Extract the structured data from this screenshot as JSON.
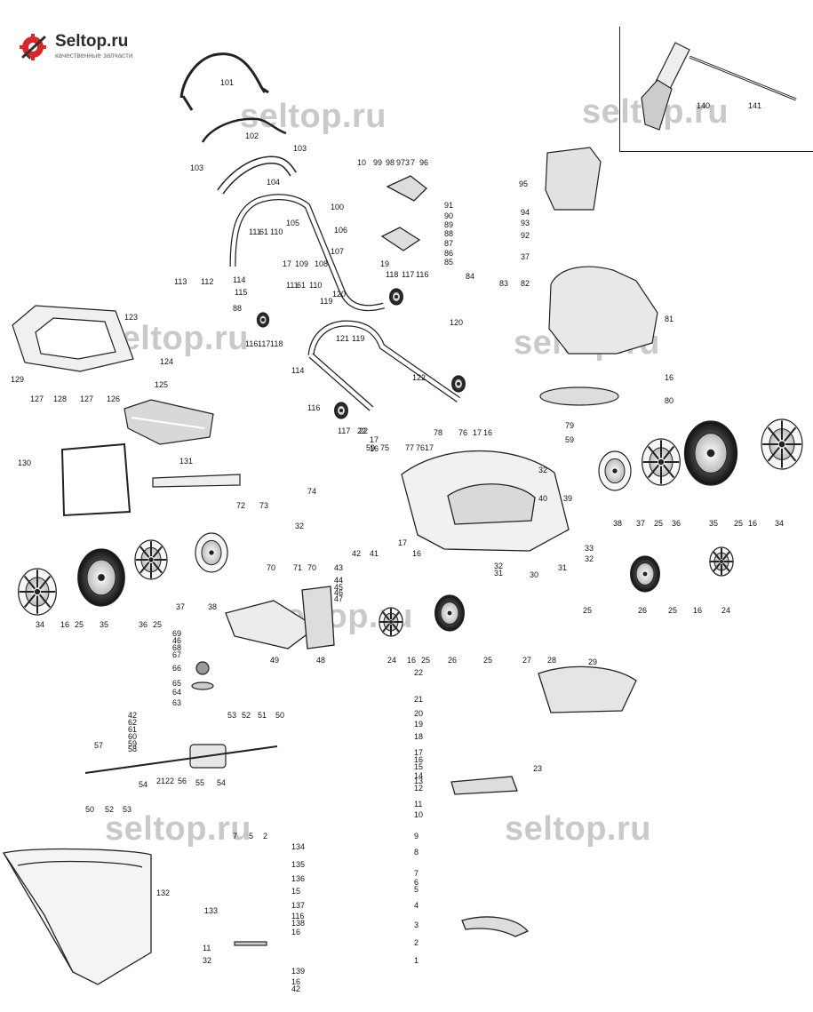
{
  "brand": {
    "name": "Seltop.ru",
    "tagline": "качественные запчасти",
    "color": "#d9262c"
  },
  "watermarks": [
    "seltop.ru",
    "seltop.ru",
    "seltop.ru",
    "seltop.ru",
    "seltop.ru",
    "seltop.ru",
    "seltop.ru"
  ],
  "callouts": [
    "101",
    "102",
    "103",
    "103",
    "104",
    "105",
    "10",
    "99",
    "98",
    "97",
    "3",
    "7",
    "96",
    "100",
    "91",
    "90",
    "89",
    "88",
    "106",
    "87",
    "86",
    "85",
    "19",
    "84",
    "111",
    "61",
    "110",
    "17",
    "109",
    "108",
    "107",
    "113",
    "112",
    "114",
    "115",
    "88",
    "111",
    "61",
    "110",
    "119",
    "120",
    "118",
    "117",
    "116",
    "120",
    "116",
    "117",
    "118",
    "121",
    "119",
    "114",
    "22",
    "17",
    "16",
    "122",
    "116",
    "117",
    "22",
    "123",
    "124",
    "129",
    "127",
    "128",
    "127",
    "126",
    "125",
    "130",
    "131",
    "95",
    "94",
    "93",
    "92",
    "37",
    "83",
    "82",
    "81",
    "16",
    "80",
    "140",
    "141",
    "78",
    "76",
    "17",
    "16",
    "79",
    "59",
    "75",
    "77",
    "76",
    "17",
    "59",
    "32",
    "40",
    "39",
    "38",
    "37",
    "25",
    "36",
    "35",
    "25",
    "16",
    "34",
    "33",
    "32",
    "31",
    "32",
    "74",
    "72",
    "73",
    "32",
    "70",
    "71",
    "70",
    "42",
    "41",
    "17",
    "16",
    "34",
    "16",
    "25",
    "35",
    "36",
    "25",
    "37",
    "38",
    "43",
    "44",
    "45",
    "46",
    "47",
    "49",
    "48",
    "24",
    "16",
    "25",
    "26",
    "25",
    "31",
    "30",
    "25",
    "26",
    "25",
    "16",
    "24",
    "27",
    "28",
    "69",
    "46",
    "68",
    "67",
    "66",
    "65",
    "64",
    "63",
    "42",
    "62",
    "61",
    "60",
    "59",
    "58",
    "53",
    "52",
    "51",
    "50",
    "57",
    "21",
    "22",
    "56",
    "50",
    "52",
    "53",
    "54",
    "55",
    "54",
    "7",
    "5",
    "2",
    "22",
    "21",
    "20",
    "19",
    "18",
    "17",
    "16",
    "15",
    "14",
    "13",
    "12",
    "11",
    "10",
    "9",
    "8",
    "7",
    "6",
    "5",
    "4",
    "3",
    "2",
    "1",
    "29",
    "23",
    "134",
    "135",
    "136",
    "15",
    "137",
    "116",
    "138",
    "16",
    "132",
    "133",
    "11",
    "32",
    "139",
    "16",
    "42"
  ]
}
